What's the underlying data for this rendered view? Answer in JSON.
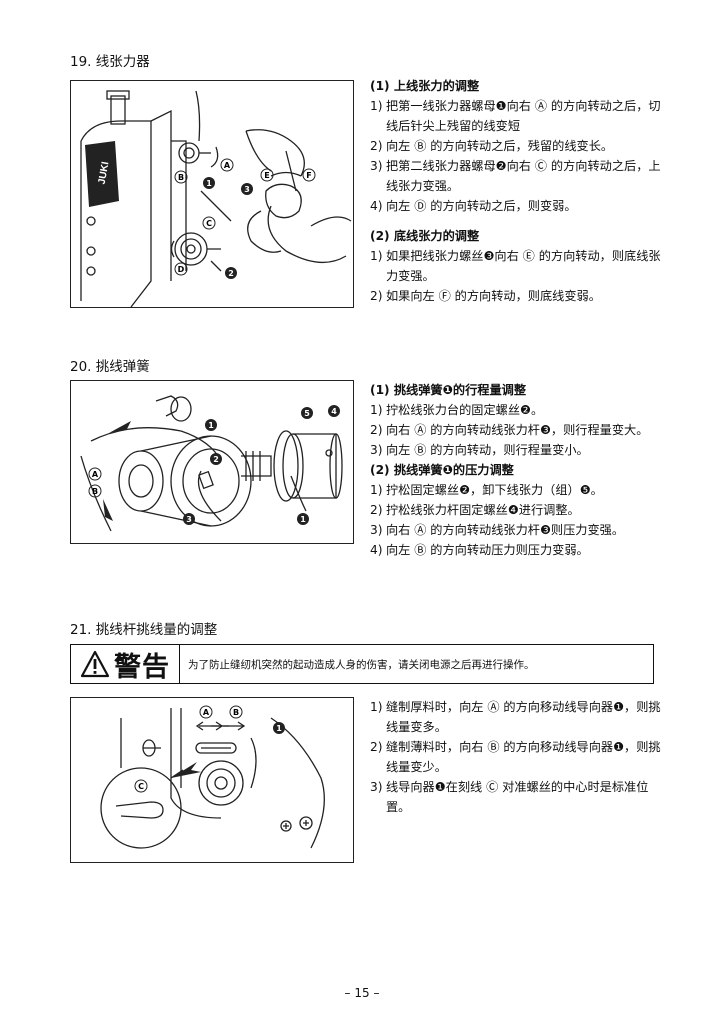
{
  "sections": [
    {
      "heading": "19.  线张力器",
      "subsections": [
        {
          "title": "(1)  上线张力的调整",
          "items": [
            {
              "num": "1)",
              "text": "把第一线张力器螺母❶向右 Ⓐ 的方向转动之后，切线后针尖上残留的线变短"
            },
            {
              "num": "2)",
              "text": "向左 Ⓑ 的方向转动之后，残留的线变长。"
            },
            {
              "num": "3)",
              "text": "把第二线张力器螺母❷向右 Ⓒ 的方向转动之后，上线张力变强。"
            },
            {
              "num": "4)",
              "text": "向左 Ⓓ 的方向转动之后，则变弱。"
            }
          ]
        },
        {
          "title": "(2)  底线张力的调整",
          "items": [
            {
              "num": "1)",
              "text": "如果把线张力螺丝❸向右 Ⓔ 的方向转动，则底线张力变强。"
            },
            {
              "num": "2)",
              "text": "如果向左 Ⓕ 的方向转动，则底线变弱。"
            }
          ]
        }
      ]
    },
    {
      "heading": "20.  挑线弹簧",
      "subsections": [
        {
          "title": "(1)  挑线弹簧❶的行程量调整",
          "items": [
            {
              "num": "1)",
              "text": "拧松线张力台的固定螺丝❷。"
            },
            {
              "num": "2)",
              "text": "向右 Ⓐ 的方向转动线张力杆❸，则行程量变大。"
            },
            {
              "num": "3)",
              "text": "向左 Ⓑ 的方向转动，则行程量变小。"
            }
          ]
        },
        {
          "title": "(2)  挑线弹簧❶的压力调整",
          "items": [
            {
              "num": "1)",
              "text": "拧松固定螺丝❷，卸下线张力（组）❺。"
            },
            {
              "num": "2)",
              "text": "拧松线张力杆固定螺丝❹进行调整。"
            },
            {
              "num": "3)",
              "text": "向右 Ⓐ 的方向转动线张力杆❸则压力变强。"
            },
            {
              "num": "4)",
              "text": "向左 Ⓑ 的方向转动压力则压力变弱。"
            }
          ]
        }
      ]
    },
    {
      "heading": "21.  挑线杆挑线量的调整",
      "warning": {
        "title": "警告",
        "text": "为了防止缝纫机突然的起动造成人身的伤害，请关闭电源之后再进行操作。"
      },
      "subsections": [
        {
          "title": "",
          "items": [
            {
              "num": "1)",
              "text": "缝制厚料时，向左 Ⓐ 的方向移动线导向器❶，则挑线量变多。"
            },
            {
              "num": "2)",
              "text": "缝制薄料时，向右 Ⓑ 的方向移动线导向器❶，则挑线量变少。"
            },
            {
              "num": "3)",
              "text": "线导向器❶在刻线 Ⓒ 对准螺丝的中心时是标准位置。"
            }
          ]
        }
      ]
    }
  ],
  "figures": {
    "fig19_labels": [
      "A",
      "B",
      "C",
      "D",
      "E",
      "F",
      "1",
      "2",
      "3"
    ],
    "fig19_logo": "JUKI",
    "fig20_labels": [
      "A",
      "B",
      "1",
      "2",
      "3",
      "4",
      "5",
      "1"
    ],
    "fig21_labels": [
      "A",
      "B",
      "1",
      "C"
    ]
  },
  "footer": {
    "page_number": "– 15 –"
  }
}
